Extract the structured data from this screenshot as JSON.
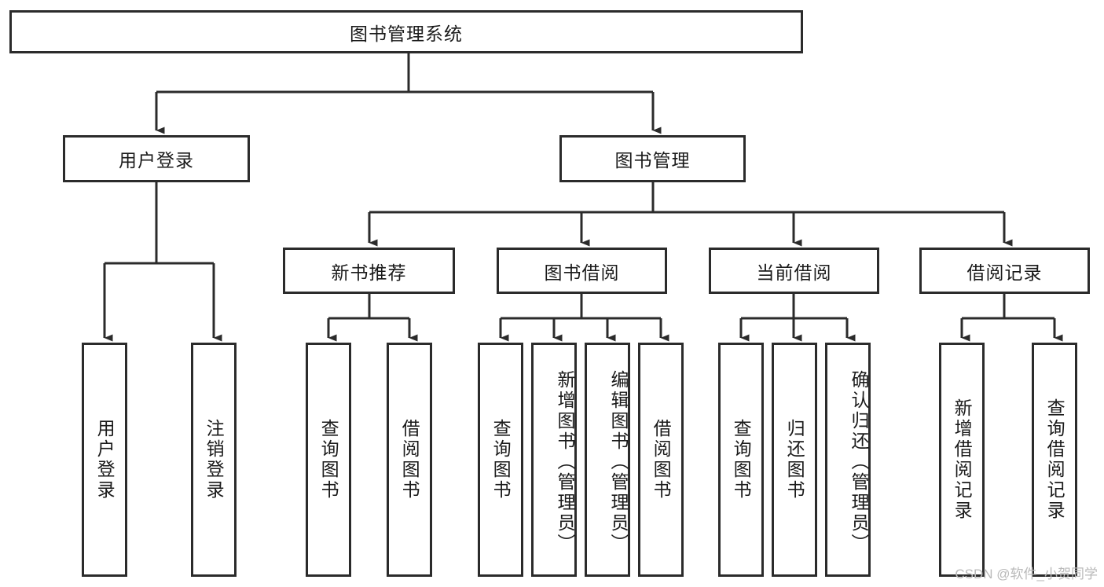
{
  "diagram": {
    "type": "tree-hierarchy",
    "title": "图书管理系统",
    "root": {
      "label": "图书管理系统",
      "children": [
        {
          "label": "用户登录",
          "children": [
            {
              "label": "用户登录"
            },
            {
              "label": "注销登录"
            }
          ]
        },
        {
          "label": "图书管理",
          "children": [
            {
              "label": "新书推荐",
              "children": [
                {
                  "label": "查询图书"
                },
                {
                  "label": "借阅图书"
                }
              ]
            },
            {
              "label": "图书借阅",
              "children": [
                {
                  "label": "查询图书"
                },
                {
                  "label": "新增图书（管理员）"
                },
                {
                  "label": "编辑图书（管理员）"
                },
                {
                  "label": "借阅图书"
                }
              ]
            },
            {
              "label": "当前借阅",
              "children": [
                {
                  "label": "查询图书"
                },
                {
                  "label": "归还图书"
                },
                {
                  "label": "确认归还（管理员）"
                }
              ]
            },
            {
              "label": "借阅记录",
              "children": [
                {
                  "label": "新增借阅记录"
                },
                {
                  "label": "查询借阅记录"
                }
              ]
            }
          ]
        }
      ]
    }
  },
  "nodes": {
    "root": "图书管理系统",
    "l1_user_login": "用户登录",
    "l1_book_mgmt": "图书管理",
    "l2_user_login": "用户登录",
    "l2_logout": "注销登录",
    "l2_new_book_rec": "新书推荐",
    "l2_book_borrow": "图书借阅",
    "l2_current_borrow": "当前借阅",
    "l2_borrow_record": "借阅记录",
    "l3_nbr_query": "查询图书",
    "l3_nbr_borrow": "借阅图书",
    "l3_bb_query": "查询图书",
    "l3_bb_add": "新增图书（管理员）",
    "l3_bb_edit": "编辑图书（管理员）",
    "l3_bb_borrow": "借阅图书",
    "l3_cb_query": "查询图书",
    "l3_cb_return": "归还图书",
    "l3_cb_confirm": "确认归还（管理员）",
    "l3_br_add": "新增借阅记录",
    "l3_br_query": "查询借阅记录"
  },
  "watermark": "CSDN @软件_小贺同学",
  "colors": {
    "stroke": "#2b2b2b",
    "fill": "#ffffff",
    "text": "#1a1a1a",
    "watermark": "#b9b9b9"
  }
}
